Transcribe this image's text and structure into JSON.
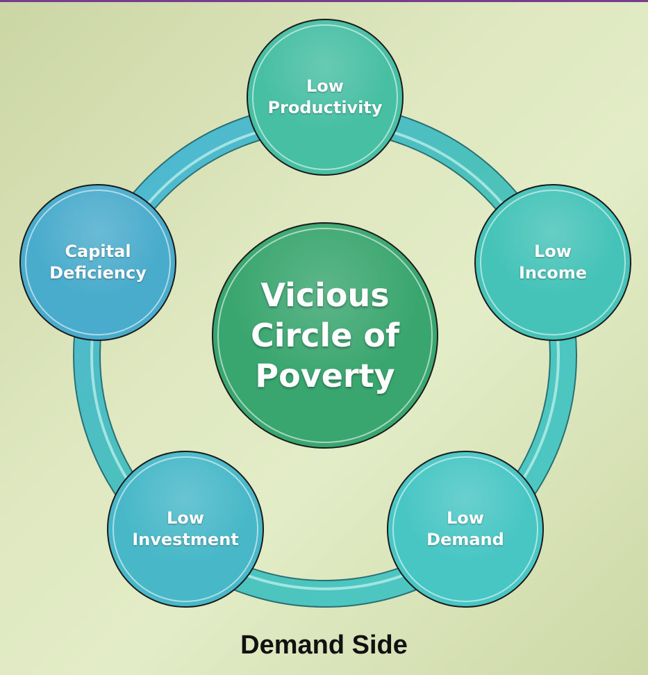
{
  "diagram": {
    "center": {
      "label": "Vicious\nCircle of\nPoverty",
      "color": "#3aa66f"
    },
    "nodes": [
      {
        "id": "low-productivity",
        "label": "Low\nProductivity",
        "color": "#47bfa3"
      },
      {
        "id": "low-income",
        "label": "Low\nIncome",
        "color": "#45c3b8"
      },
      {
        "id": "low-demand",
        "label": "Low\nDemand",
        "color": "#48c6c4"
      },
      {
        "id": "low-investment",
        "label": "Low\nInvestment",
        "color": "#48b8c8"
      },
      {
        "id": "capital-deficiency",
        "label": "Capital\nDeficiency",
        "color": "#4aaccc"
      }
    ],
    "ring_color": "#47b9c5",
    "caption": "Demand Side"
  }
}
